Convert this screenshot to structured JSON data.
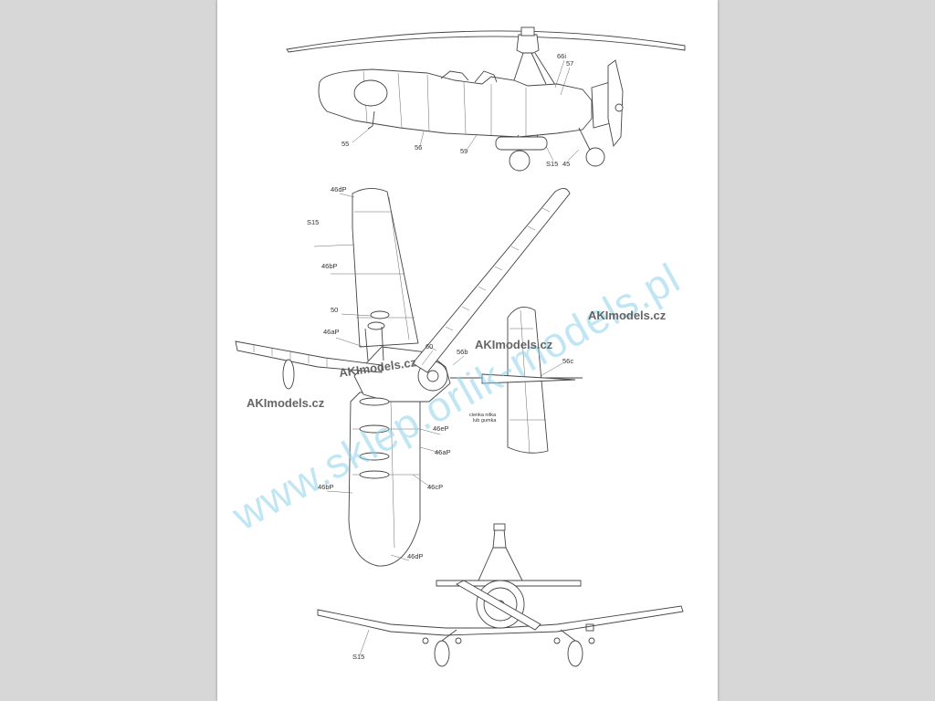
{
  "colors": {
    "background": "#d7d7d7",
    "sheet": "#ffffff",
    "line": "#444444",
    "watermark_blue": "#8fd3ea",
    "watermark_grey": "#555555"
  },
  "side_view": {
    "callouts": {
      "c55": "55",
      "c56": "56",
      "c59": "59",
      "c66i": "66i",
      "c57": "57",
      "s15": "S15",
      "c45": "45"
    }
  },
  "top_view": {
    "callouts": {
      "c46dP_top": "46dP",
      "s15": "S15",
      "c46bP_top": "46bP",
      "c50": "50",
      "c46aP_top": "46aP",
      "c60": "60",
      "c56b": "56b",
      "c56c": "56c",
      "c46eP": "46eP",
      "c46aP_low": "46aP",
      "c46cP": "46cP",
      "c46bP_low": "46bP",
      "c46dP_low": "46dP"
    },
    "note_line1": "cienka nitka",
    "note_line2": "lub gumka"
  },
  "front_view": {
    "callouts": {
      "s15": "S15"
    }
  },
  "watermarks": {
    "aki_1": "AKImodels.cz",
    "aki_2": "AKImodels.cz",
    "aki_3": "AKImodels.cz",
    "aki_4": "AKImodels.cz",
    "shop": "www.sklep.orlik-models.pl"
  }
}
